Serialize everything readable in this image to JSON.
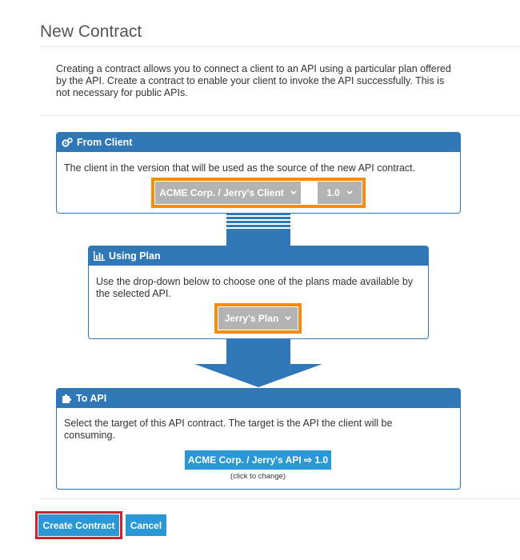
{
  "page": {
    "title": "New Contract",
    "intro": "Creating a contract allows you to connect a client to an API using a particular plan offered by the API. Create a contract to enable your client to invoke the API successfully. This is not necessary for public APIs."
  },
  "from_client": {
    "heading": "From Client",
    "icon": "gears-icon",
    "description": "The client in the version that will be used as the source of the new API contract.",
    "client_value": "ACME Corp. / Jerry's Client",
    "version_value": "1.0"
  },
  "using_plan": {
    "heading": "Using Plan",
    "icon": "bar-chart-icon",
    "description": "Use the drop-down below to choose one of the plans made available by the selected API.",
    "plan_value": "Jerry's Plan"
  },
  "to_api": {
    "heading": "To API",
    "icon": "puzzle-icon",
    "description": "Select the target of this API contract. The target is the API the client will be consuming.",
    "api_value": "ACME Corp. / Jerry's API ⇨ 1.0",
    "hint": "(click to change)"
  },
  "actions": {
    "create_label": "Create Contract",
    "cancel_label": "Cancel"
  },
  "colors": {
    "panel_blue": "#2f77b6",
    "button_blue": "#2a98d5",
    "highlight_orange": "#f28c13",
    "highlight_red": "#c8242e",
    "select_gray": "#b3b3b3"
  }
}
